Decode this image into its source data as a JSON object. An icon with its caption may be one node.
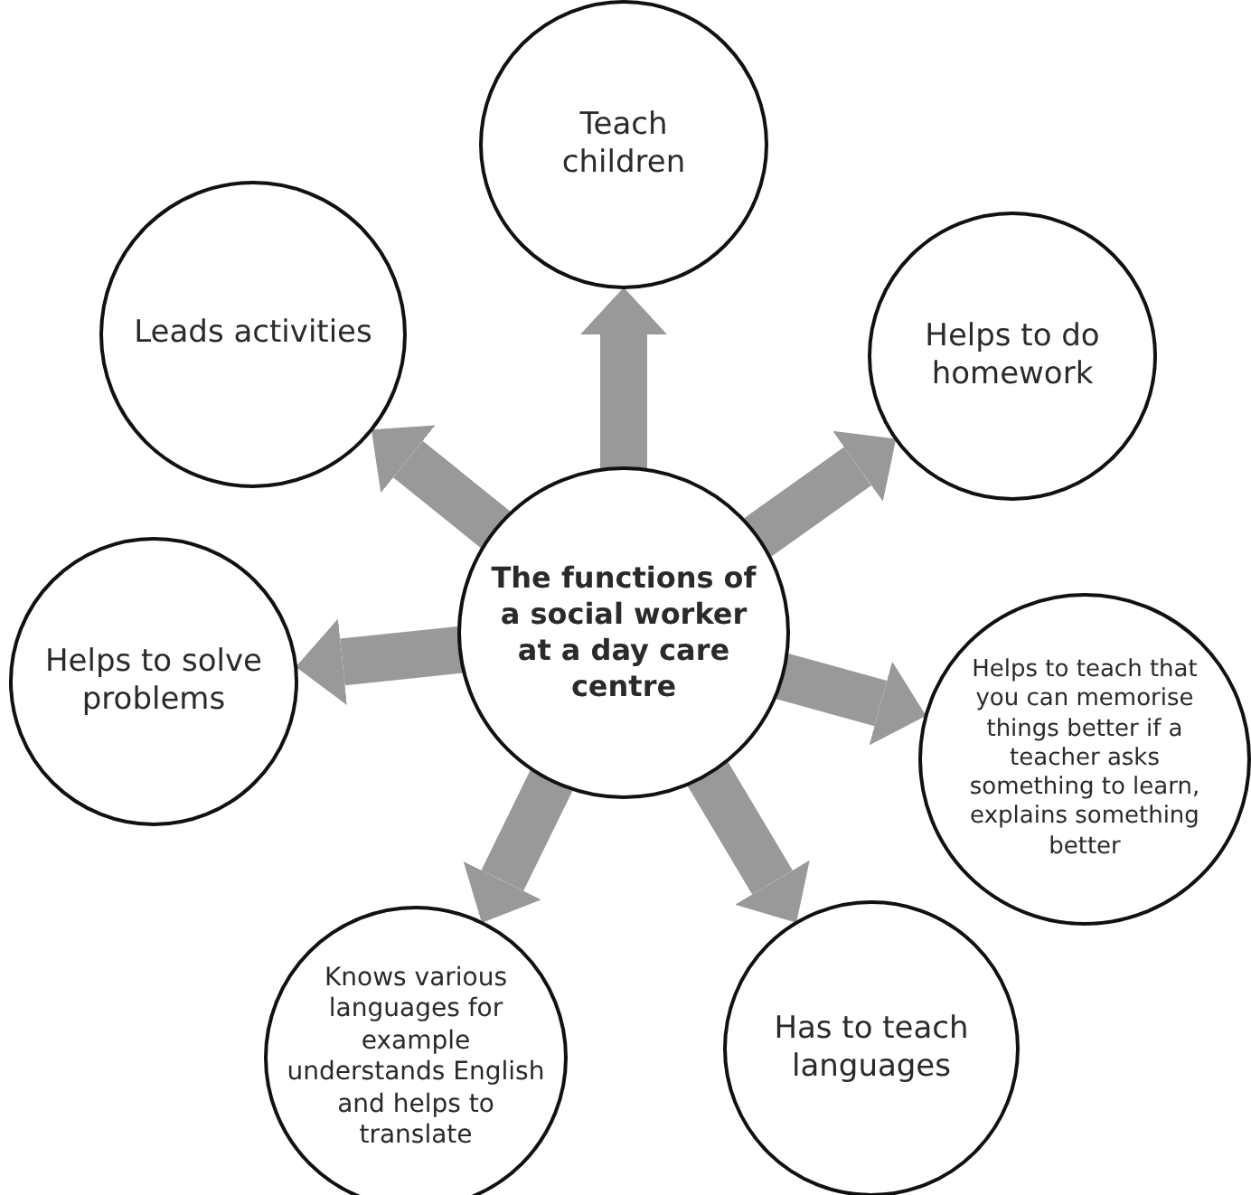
{
  "diagram": {
    "nodes": [
      {
        "text": [
          "The functions of a social worker at a day care centre"
        ]
      },
      {
        "text": [
          "Teach children"
        ]
      },
      {
        "text": [
          "Helps to do homework"
        ]
      },
      {
        "text": [
          "Helps to teach that you can memorise things better if a teacher asks something to learn, explains something better"
        ]
      },
      {
        "text": [
          "Has to teach languages"
        ]
      },
      {
        "text": [
          "Knows various languages for example understands English and helps to translate"
        ]
      },
      {
        "text": [
          "Helps to solve problems"
        ]
      },
      {
        "text": [
          "Leads activities"
        ]
      }
    ],
    "edges": [
      {
        "from": 0,
        "to": 1,
        "arrow": "to"
      },
      {
        "from": 0,
        "to": 2,
        "arrow": "to"
      },
      {
        "from": 0,
        "to": 3,
        "arrow": "to"
      },
      {
        "from": 0,
        "to": 4,
        "arrow": "to"
      },
      {
        "from": 0,
        "to": 5,
        "arrow": "to"
      },
      {
        "from": 0,
        "to": 6,
        "arrow": "to"
      },
      {
        "from": 0,
        "to": 7,
        "arrow": "to"
      }
    ]
  }
}
